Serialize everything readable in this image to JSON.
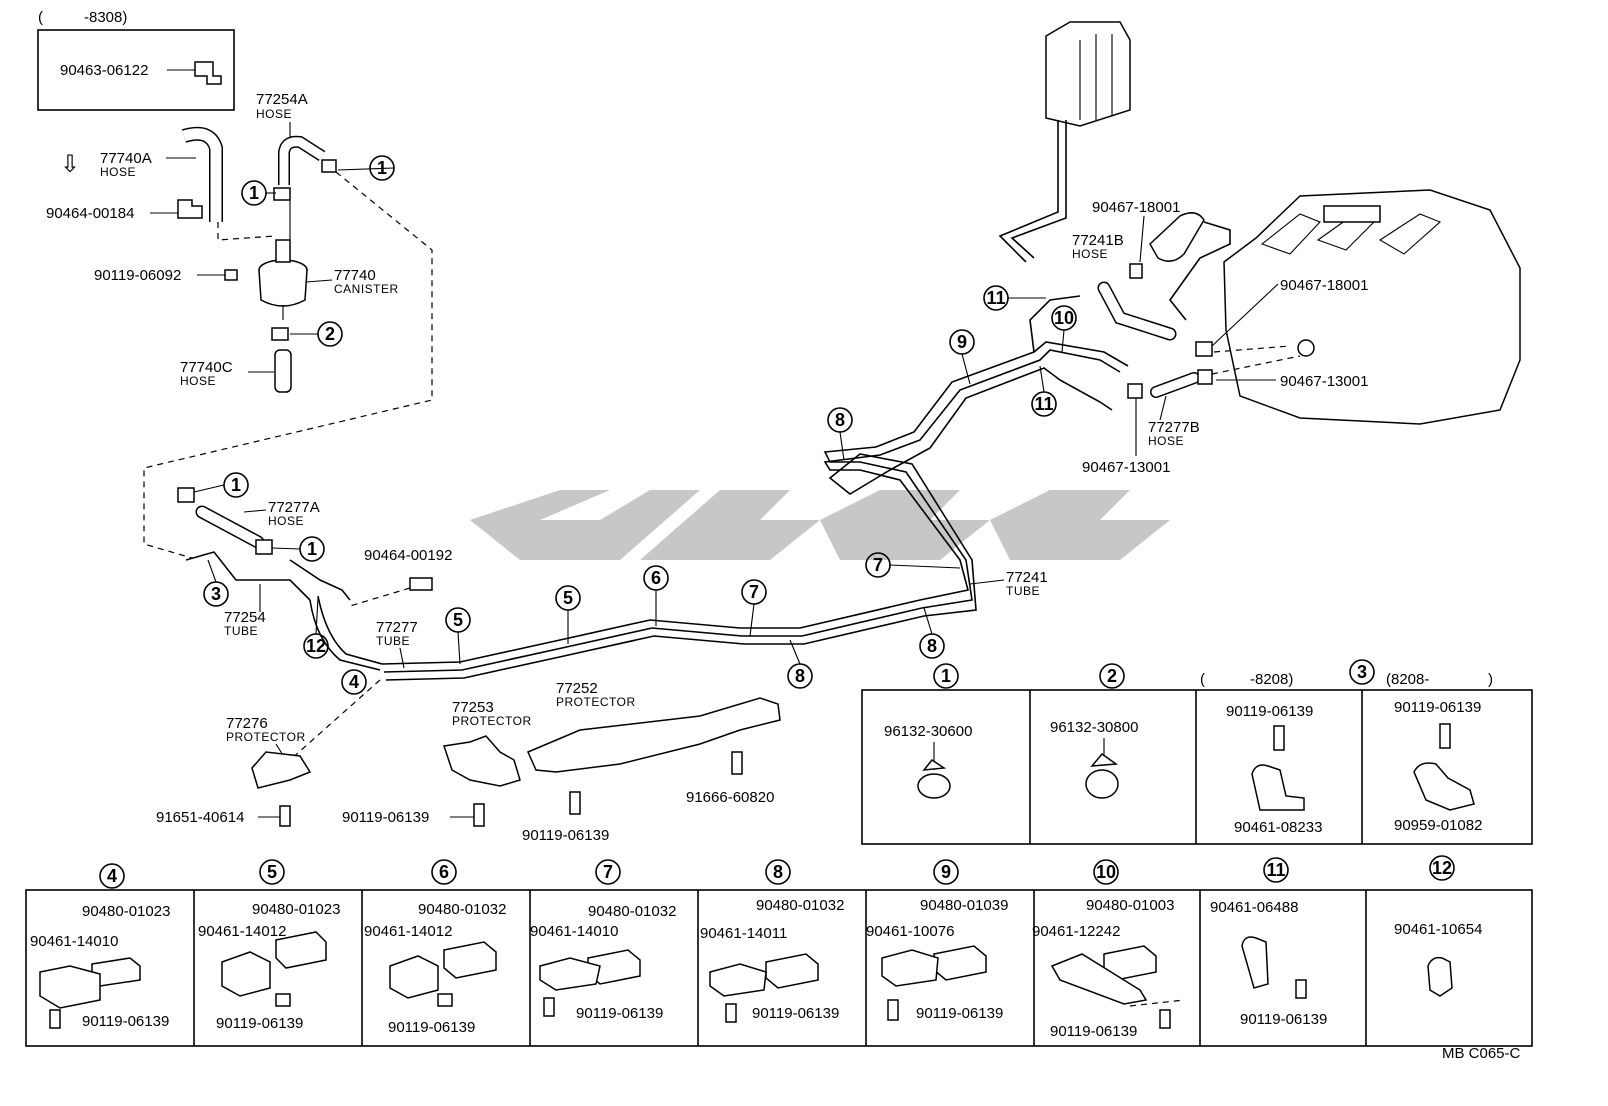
{
  "tags": {
    "top_left_range": "-8308)",
    "right_range_a": "-8208)",
    "right_range_b": "(8208-",
    "footer_code": "MB C065-C"
  },
  "keywords": {
    "hose": "HOSE",
    "tube": "TUBE",
    "canister": "CANISTER",
    "protector": "PROTECTOR"
  },
  "parts": {
    "p_90463_06122": "90463-06122",
    "p_77254A": "77254A",
    "p_77740A": "77740A",
    "p_90464_00184": "90464-00184",
    "p_90119_06092": "90119-06092",
    "p_77740": "77740",
    "p_77740C": "77740C",
    "p_77277A": "77277A",
    "p_90464_00192": "90464-00192",
    "p_77254": "77254",
    "p_77277": "77277",
    "p_77276": "77276",
    "p_91651_40614": "91651-40614",
    "p_77253": "77253",
    "p_90119_06139_a": "90119-06139",
    "p_77252": "77252",
    "p_90119_06139_b": "90119-06139",
    "p_91666_60820": "91666-60820",
    "p_77241": "77241",
    "p_90467_18001_a": "90467-18001",
    "p_90467_18001_b": "90467-18001",
    "p_77241B": "77241B",
    "p_90467_13001_a": "90467-13001",
    "p_90467_13001_b": "90467-13001",
    "p_77277B": "77277B"
  },
  "callouts": {
    "c1": "1",
    "c2": "2",
    "c3": "3",
    "c4": "4",
    "c5": "5",
    "c6": "6",
    "c7": "7",
    "c8": "8",
    "c9": "9",
    "c10": "10",
    "c11": "11",
    "c12": "12"
  },
  "detail_top": [
    {
      "num": "1",
      "parts": [
        "96132-30600"
      ]
    },
    {
      "num": "2",
      "parts": [
        "96132-30800"
      ]
    },
    {
      "num": "3",
      "parts": [
        "90119-06139",
        "90461-08233"
      ]
    },
    {
      "num": "",
      "parts": [
        "90119-06139",
        "90959-01082"
      ]
    }
  ],
  "detail_bottom": [
    {
      "num": "4",
      "parts": [
        "90480-01023",
        "90461-14010",
        "90119-06139"
      ]
    },
    {
      "num": "5",
      "parts": [
        "90480-01023",
        "90461-14012",
        "90119-06139"
      ]
    },
    {
      "num": "6",
      "parts": [
        "90480-01032",
        "90461-14012",
        "90119-06139"
      ]
    },
    {
      "num": "7",
      "parts": [
        "90480-01032",
        "90461-14010",
        "90119-06139"
      ]
    },
    {
      "num": "8",
      "parts": [
        "90480-01032",
        "90461-14011",
        "90119-06139"
      ]
    },
    {
      "num": "9",
      "parts": [
        "90480-01039",
        "90461-10076",
        "90119-06139"
      ]
    },
    {
      "num": "10",
      "parts": [
        "90480-01003",
        "90461-12242",
        "90119-06139"
      ]
    },
    {
      "num": "11",
      "parts": [
        "90461-06488",
        "90119-06139"
      ]
    },
    {
      "num": "12",
      "parts": [
        "90461-10654"
      ]
    }
  ]
}
